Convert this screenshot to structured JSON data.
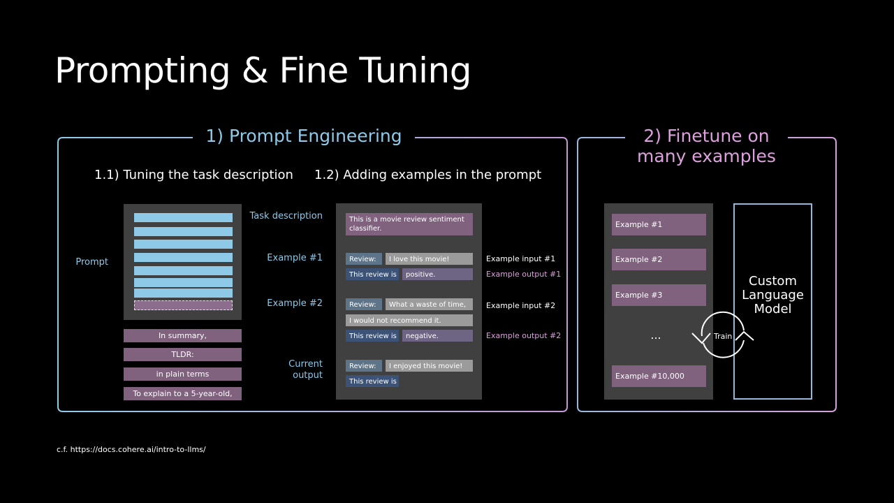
{
  "title": "Prompting & Fine Tuning",
  "section1": {
    "heading": "1) Prompt Engineering",
    "sub1": "1.1) Tuning the task description",
    "sub2": "1.2) Adding examples in the prompt",
    "prompt_label": "Prompt",
    "task_options": [
      "In summary,",
      "TLDR:",
      "in plain terms",
      "To explain to a 5-year-old,"
    ],
    "labels": {
      "task_description": "Task description",
      "example1": "Example #1",
      "example2": "Example #2",
      "current_output_line1": "Current",
      "current_output_line2": "output"
    },
    "task_text_line1": "This is a movie review sentiment",
    "task_text_line2": "classifier.",
    "ex1": {
      "review_label": "Review:",
      "review_text": "I love this movie!",
      "is_label": "This review is",
      "is_text": "positive."
    },
    "ex2": {
      "review_label": "Review:",
      "review_text": "What a waste of time,",
      "review_cont": "I would not recommend it.",
      "is_label": "This review is",
      "is_text": "negative."
    },
    "current": {
      "review_label": "Review:",
      "review_text": "I enjoyed this movie!",
      "is_label": "This review is"
    },
    "annotations": {
      "input1": "Example input #1",
      "output1": "Example output #1",
      "input2": "Example input #2",
      "output2": "Example output #2"
    }
  },
  "section2": {
    "heading_line1": "2) Finetune on",
    "heading_line2": "many examples",
    "examples": [
      "Example #1",
      "Example #2",
      "Example #3"
    ],
    "ellipsis": "...",
    "last_example": "Example #10,000",
    "train_label": "Train",
    "model_line1": "Custom",
    "model_line2": "Language",
    "model_line3": "Model"
  },
  "footnote": "c.f. https://docs.cohere.ai/intro-to-llms/",
  "colors": {
    "blue_text": "#8ecae8",
    "pink_text": "#dca0dc",
    "purple_block": "#80627f",
    "panel": "#404040"
  }
}
